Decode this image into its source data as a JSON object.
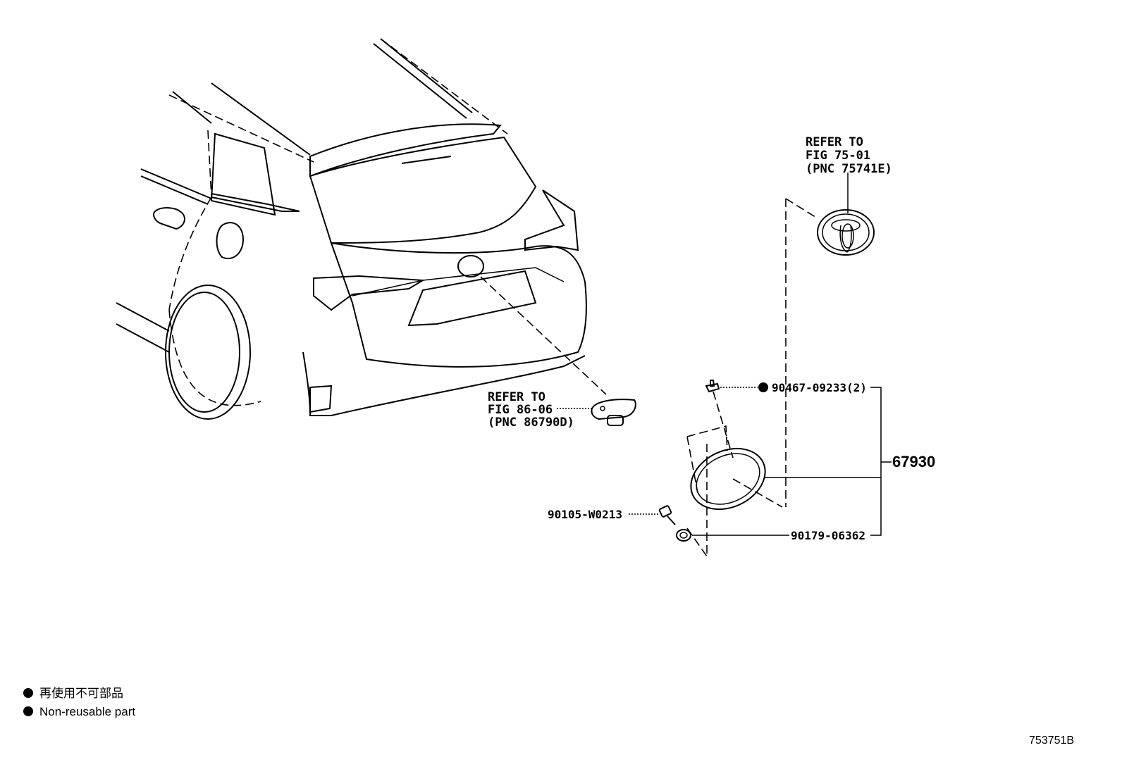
{
  "callouts": {
    "emblem_ref": [
      "REFER TO",
      "FIG 75-01",
      "(PNC 75741E)"
    ],
    "camera_ref": [
      "REFER TO",
      "FIG 86-06",
      "(PNC 86790D)"
    ]
  },
  "parts": {
    "clip": "90467-09233(2)",
    "assembly": "67930",
    "screw": "90105-W0213",
    "nut": "90179-06362"
  },
  "legend": {
    "item_jp": "再使用不可部品",
    "item_en": "Non-reusable part"
  },
  "figure_id": "753751B"
}
